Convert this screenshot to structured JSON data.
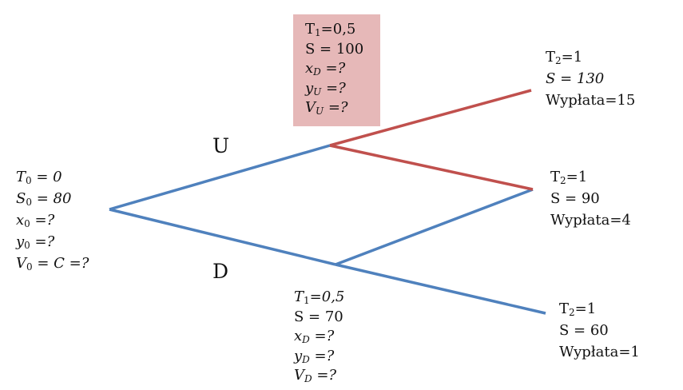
{
  "colors": {
    "up_branch": "#c0504d",
    "blue_branch": "#4f81bd",
    "highlight_box": "#e6b8b8"
  },
  "labels": {
    "up": "U",
    "down": "D"
  },
  "nodes": {
    "root": [
      {
        "main": "T",
        "sub": "0",
        "tail": " = 0",
        "italic": true
      },
      {
        "main": "S",
        "sub": "0",
        "tail": " = 80",
        "italic": true
      },
      {
        "main": "x",
        "sub": "0",
        "tail": " =?",
        "italic": true
      },
      {
        "main": "y",
        "sub": "0",
        "tail": " =?",
        "italic": true
      },
      {
        "main": "V",
        "sub": "0",
        "tail": " = C =?",
        "italic": true
      }
    ],
    "up": [
      {
        "main": "T",
        "sub": "1",
        "tail": "=0,5",
        "italic": false
      },
      {
        "main": "S = 100",
        "sub": "",
        "tail": "",
        "italic": false
      },
      {
        "main": "x",
        "sub": "D",
        "tail": " =?",
        "italic": true
      },
      {
        "main": "y",
        "sub": "U",
        "tail": " =?",
        "italic": true
      },
      {
        "main": "V",
        "sub": "U",
        "tail": " =?",
        "italic": true
      }
    ],
    "down": [
      {
        "main": "T",
        "sub": "1",
        "tail": "=0,5",
        "italic": true
      },
      {
        "main": "S = 70",
        "sub": "",
        "tail": "",
        "italic": false
      },
      {
        "main": "x",
        "sub": "D",
        "tail": " =?",
        "italic": true
      },
      {
        "main": "y",
        "sub": "D",
        "tail": " =?",
        "italic": true
      },
      {
        "main": "V",
        "sub": "D",
        "tail": " =?",
        "italic": true
      }
    ],
    "uu": [
      {
        "main": "T",
        "sub": "2",
        "tail": "=1",
        "italic": false
      },
      {
        "main": "S",
        "sub": "",
        "tail": " = 130",
        "italic": true
      },
      {
        "main": "Wypłata=15",
        "sub": "",
        "tail": "",
        "italic": false
      }
    ],
    "ud": [
      {
        "main": "T",
        "sub": "2",
        "tail": "=1",
        "italic": false
      },
      {
        "main": "S = 90",
        "sub": "",
        "tail": "",
        "italic": false
      },
      {
        "main": "Wypłata=4",
        "sub": "",
        "tail": "",
        "italic": false
      }
    ],
    "dd": [
      {
        "main": "T",
        "sub": "2",
        "tail": "=1",
        "italic": false
      },
      {
        "main": "S = 60",
        "sub": "",
        "tail": "",
        "italic": false
      },
      {
        "main": "Wypłata=1",
        "sub": "",
        "tail": "",
        "italic": false
      }
    ]
  }
}
